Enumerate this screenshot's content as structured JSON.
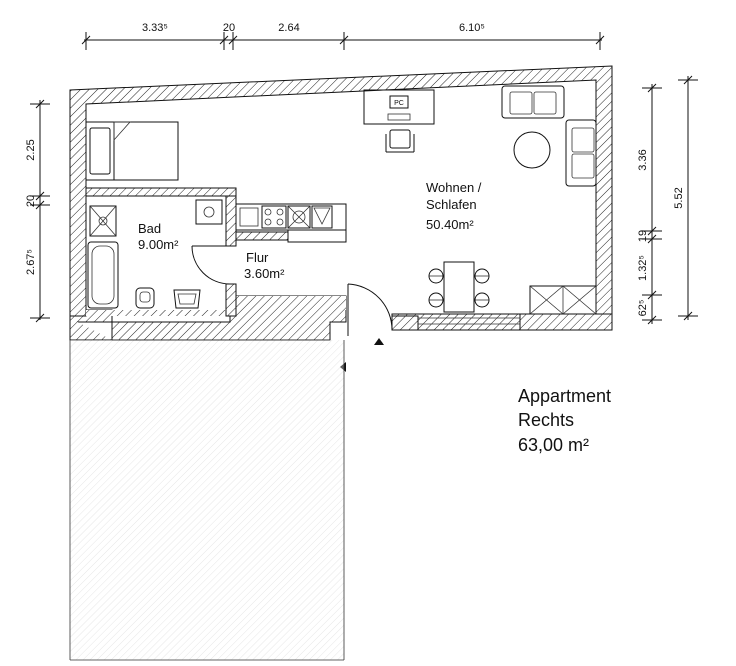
{
  "dimensions": {
    "top": [
      "3.33⁵",
      "20",
      "2.64",
      "6.10⁵"
    ],
    "left": [
      "2.25",
      "20",
      "2.67⁵"
    ],
    "right_inner": [
      "3.36",
      "19",
      "1.32⁵",
      "62⁵"
    ],
    "right_total": "5.52"
  },
  "rooms": {
    "bad": {
      "name": "Bad",
      "area": "9.00m²"
    },
    "flur": {
      "name": "Flur",
      "area": "3.60m²"
    },
    "wohnen": {
      "name_line1": "Wohnen /",
      "name_line2": "Schlafen",
      "area": "50.40m²"
    }
  },
  "furniture": {
    "pc_label": "PC"
  },
  "summary": {
    "line1": "Appartment",
    "line2": "Rechts",
    "area": "63,00 m²"
  }
}
